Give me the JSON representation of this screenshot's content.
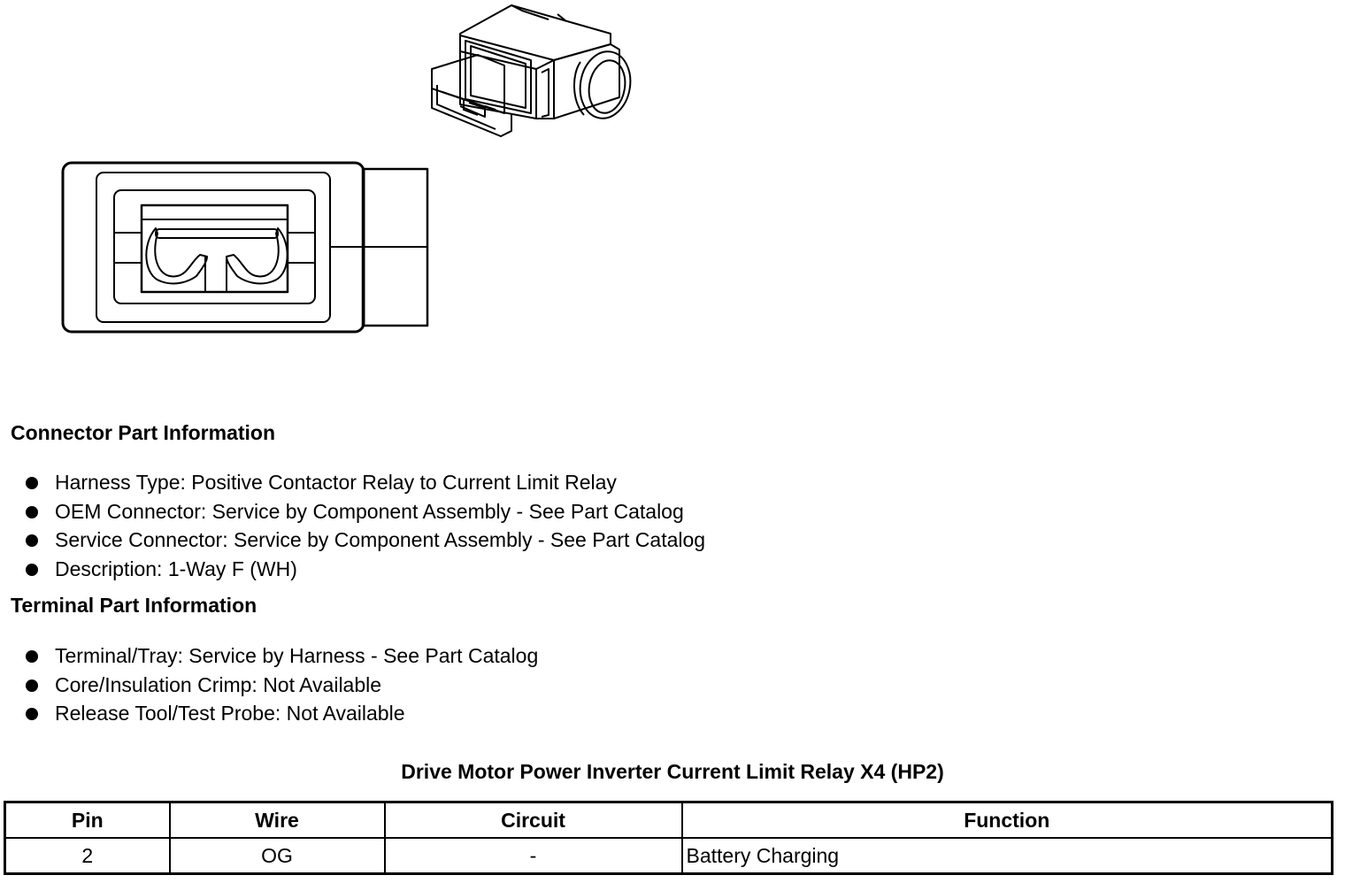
{
  "connector_info": {
    "heading": "Connector Part Information",
    "items": [
      "Harness Type: Positive Contactor Relay to Current Limit Relay",
      "OEM Connector: Service by Component Assembly - See Part Catalog",
      "Service Connector: Service by Component Assembly - See Part Catalog",
      "Description: 1-Way F (WH)"
    ]
  },
  "terminal_info": {
    "heading": "Terminal Part Information",
    "items": [
      "Terminal/Tray: Service by Harness - See Part Catalog",
      "Core/Insulation Crimp: Not Available",
      "Release Tool/Test Probe: Not Available"
    ]
  },
  "pin_table": {
    "title": "Drive Motor Power Inverter Current Limit Relay X4 (HP2)",
    "headers": {
      "pin": "Pin",
      "wire": "Wire",
      "circuit": "Circuit",
      "function": "Function"
    },
    "rows": [
      {
        "pin": "2",
        "wire": "OG",
        "circuit": "-",
        "function": "Battery Charging"
      }
    ]
  }
}
